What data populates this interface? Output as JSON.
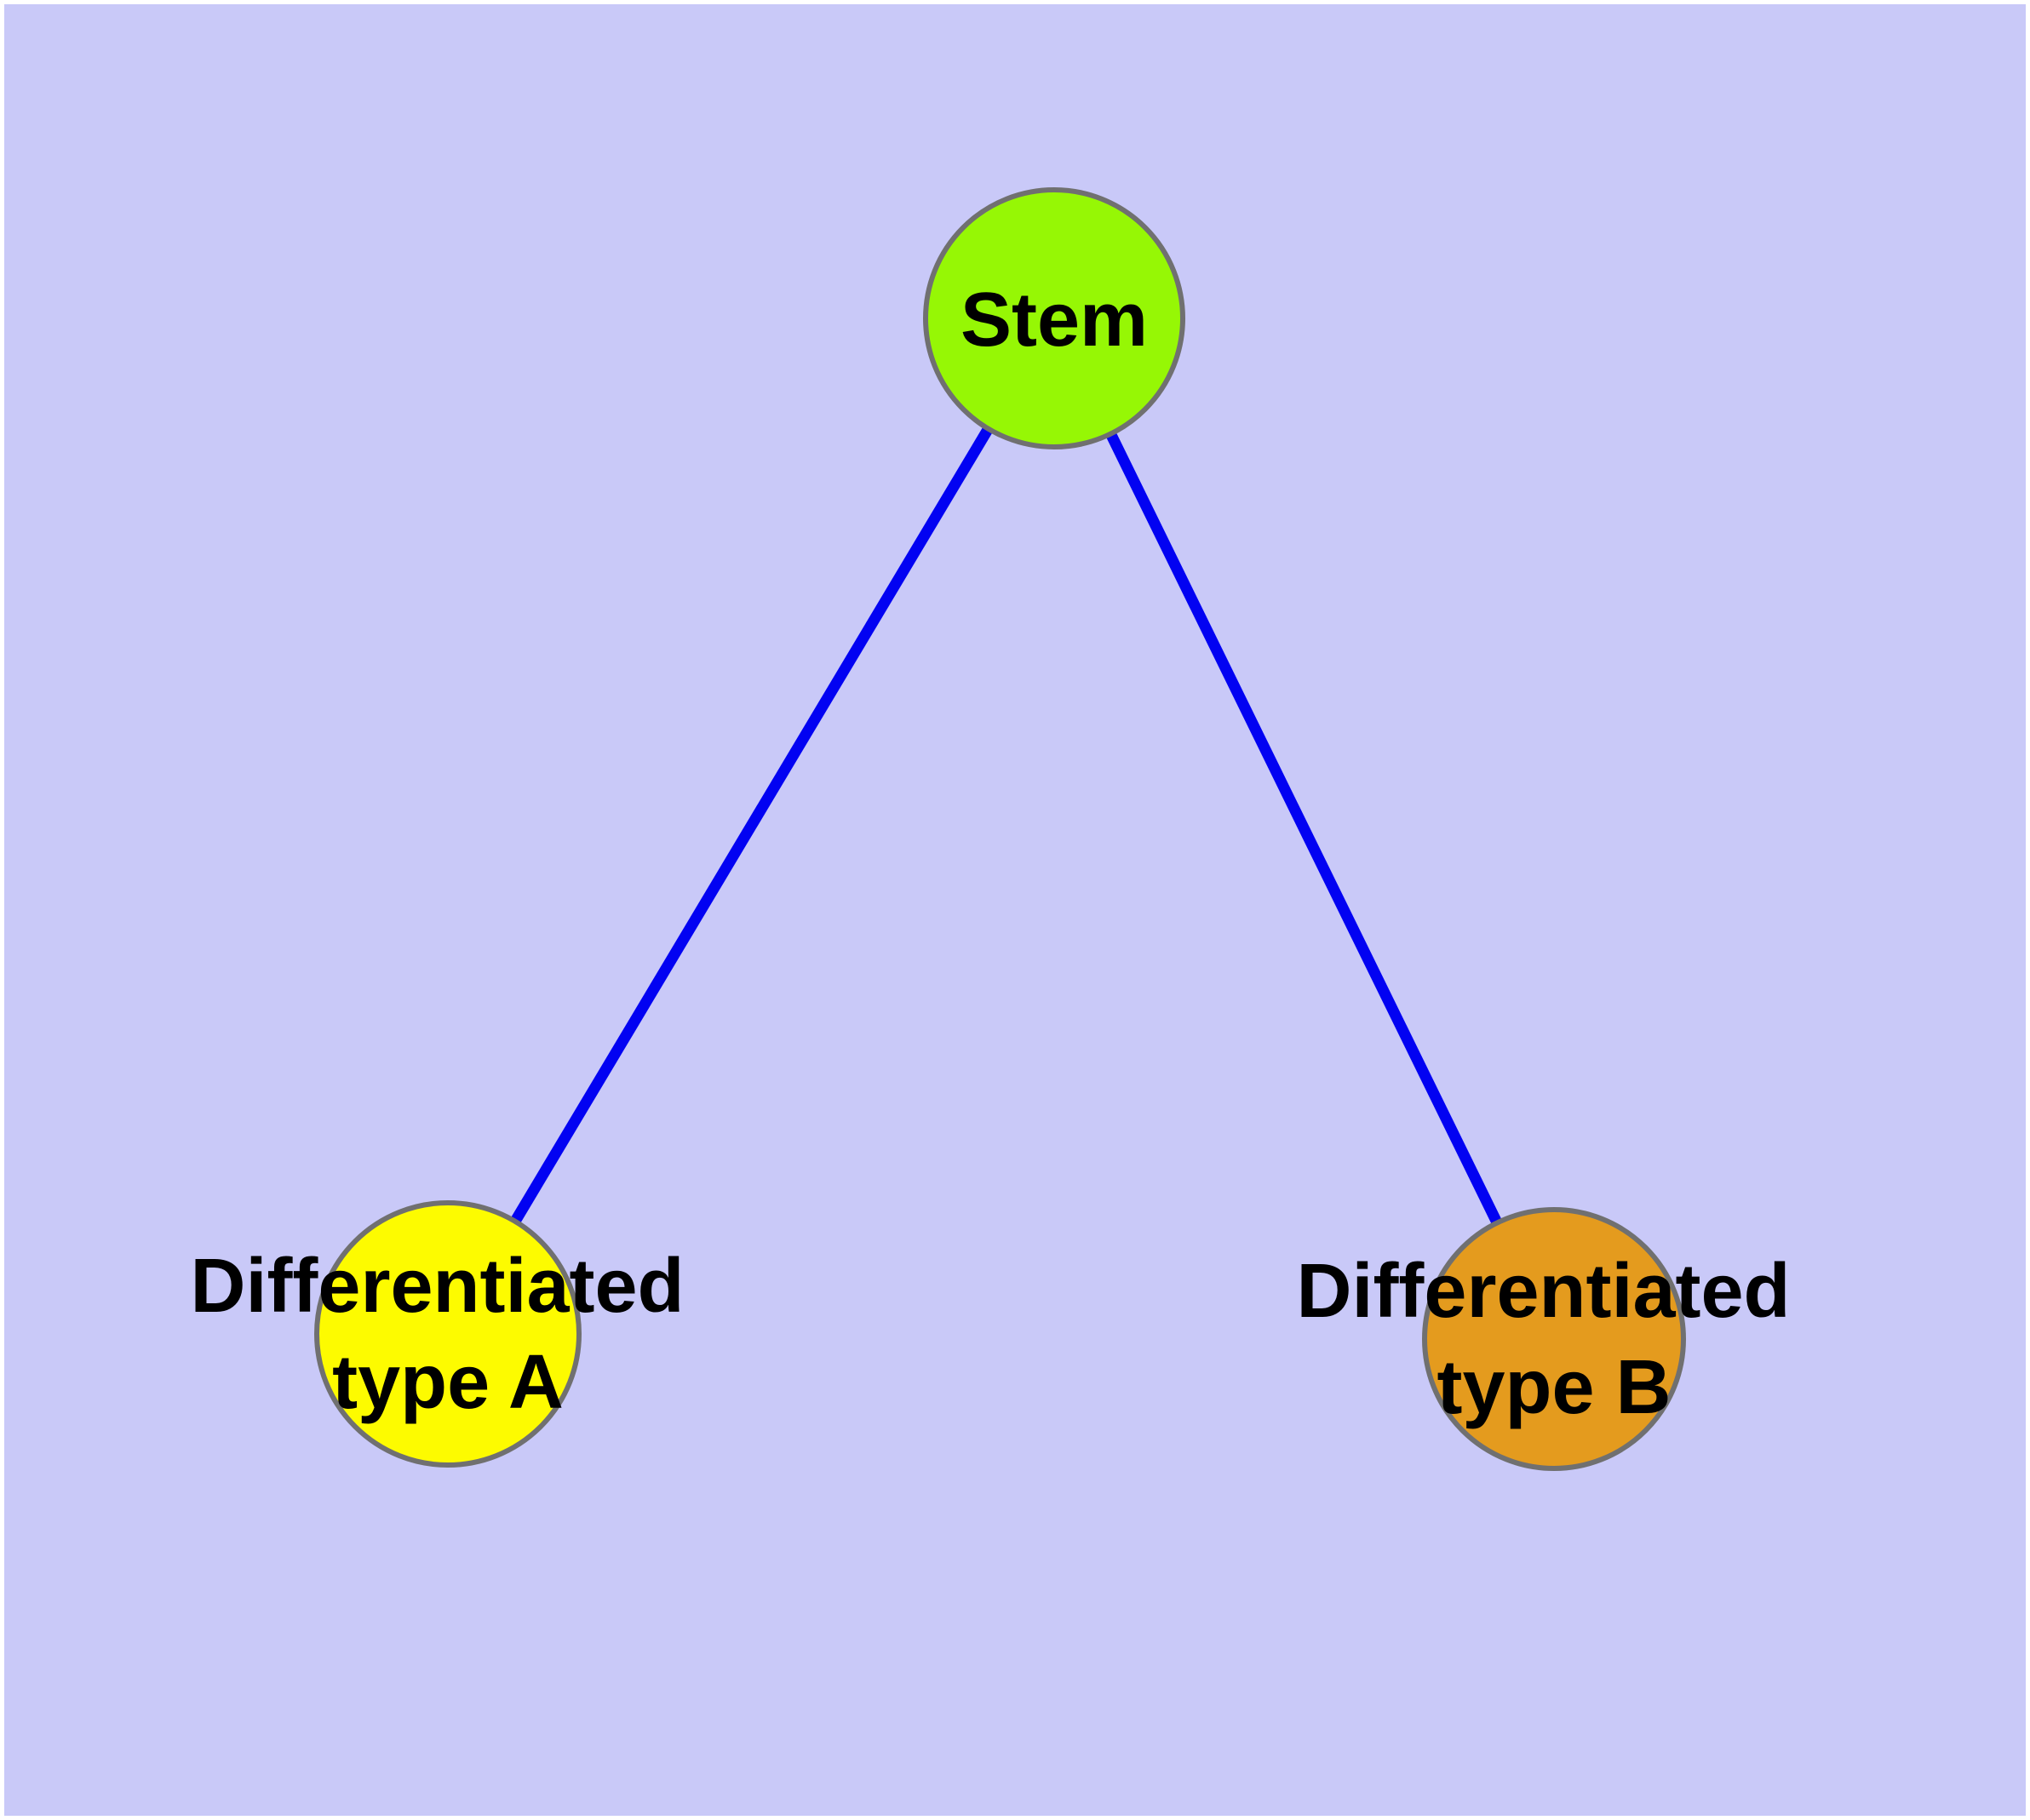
{
  "diagram": {
    "type": "node-link-graph",
    "background_color": "#C9C9F8",
    "margin_color": "#FFFFFF",
    "edge_color": "#0202F2",
    "node_border_color": "#707070",
    "label_color": "#000000",
    "nodes": [
      {
        "id": "stem",
        "label": "Stem",
        "lines": [
          "Stem"
        ],
        "fill": "#96F705",
        "role": "root"
      },
      {
        "id": "diff-a",
        "label": "Differentiated type A",
        "lines": [
          "Differentiated",
          "type A"
        ],
        "fill": "#FDFB00",
        "role": "leaf"
      },
      {
        "id": "diff-b",
        "label": "Differentiated type B",
        "lines": [
          "Differentiated",
          "type B"
        ],
        "fill": "#E49B1E",
        "role": "leaf"
      }
    ],
    "edges": [
      {
        "from": "Stem",
        "to": "Differentiated type A"
      },
      {
        "from": "Stem",
        "to": "Differentiated type B"
      }
    ]
  }
}
